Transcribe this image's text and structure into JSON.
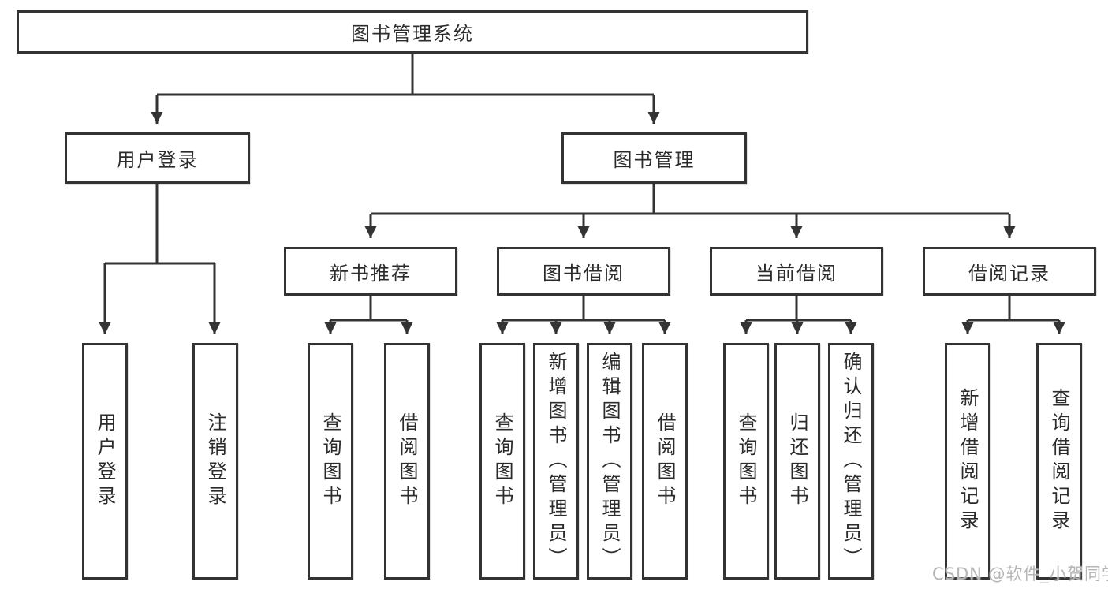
{
  "diagram": {
    "root": {
      "label": "图书管理系统",
      "children": [
        {
          "label": "用户登录",
          "children": [
            {
              "label": "用户登录"
            },
            {
              "label": "注销登录"
            }
          ]
        },
        {
          "label": "图书管理",
          "children": [
            {
              "label": "新书推荐",
              "children": [
                {
                  "label": "查询图书"
                },
                {
                  "label": "借阅图书"
                }
              ]
            },
            {
              "label": "图书借阅",
              "children": [
                {
                  "label": "查询图书"
                },
                {
                  "label": "新增图书（管理员）"
                },
                {
                  "label": "编辑图书（管理员）"
                },
                {
                  "label": "借阅图书"
                }
              ]
            },
            {
              "label": "当前借阅",
              "children": [
                {
                  "label": "查询图书"
                },
                {
                  "label": "归还图书"
                },
                {
                  "label": "确认归还（管理员）"
                }
              ]
            },
            {
              "label": "借阅记录",
              "children": [
                {
                  "label": "新增借阅记录"
                },
                {
                  "label": "查询借阅记录"
                }
              ]
            }
          ]
        }
      ]
    },
    "watermark": "CSDN @软件_小贺同学",
    "colors": {
      "line": "#333333",
      "text": "#2b2b2b",
      "background": "#ffffff",
      "watermark": "#b5b5b5"
    }
  }
}
